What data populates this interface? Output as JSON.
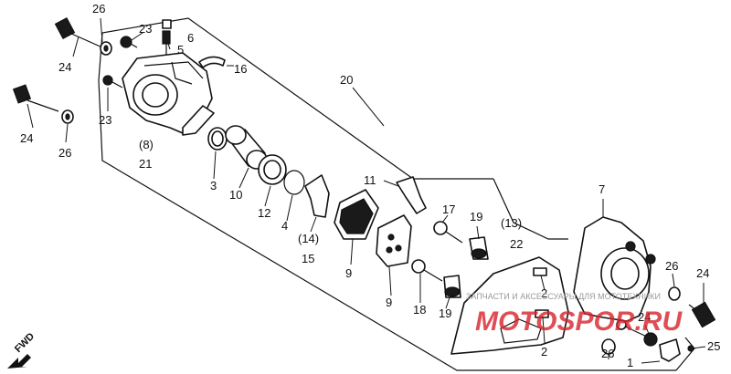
{
  "callouts": {
    "c1": "1",
    "c2a": "2",
    "c2b": "2",
    "c3": "3",
    "c4": "4",
    "c5": "5",
    "c6": "6",
    "c7": "7",
    "c8": "(8)",
    "c9a": "9",
    "c9b": "9",
    "c10": "10",
    "c11": "11",
    "c12": "12",
    "c13": "(13)",
    "c14": "(14)",
    "c15": "15",
    "c16": "16",
    "c17": "17",
    "c18": "18",
    "c19a": "19",
    "c19b": "19",
    "c20": "20",
    "c21": "21",
    "c22": "22",
    "c23a": "23",
    "c23b": "23",
    "c24a": "24",
    "c24b": "24",
    "c24c": "24",
    "c24d": "24",
    "c25": "25",
    "c26a": "26",
    "c26b": "26",
    "c26c": "26",
    "c26d": "26"
  },
  "direction": {
    "label": "FWD"
  },
  "watermark": {
    "caption": "ЗАПЧАСТИ И АКСЕССУАРЫ ДЛЯ МОТОТЕХНИКИ",
    "brand": "MOTOSPOR.RU"
  }
}
